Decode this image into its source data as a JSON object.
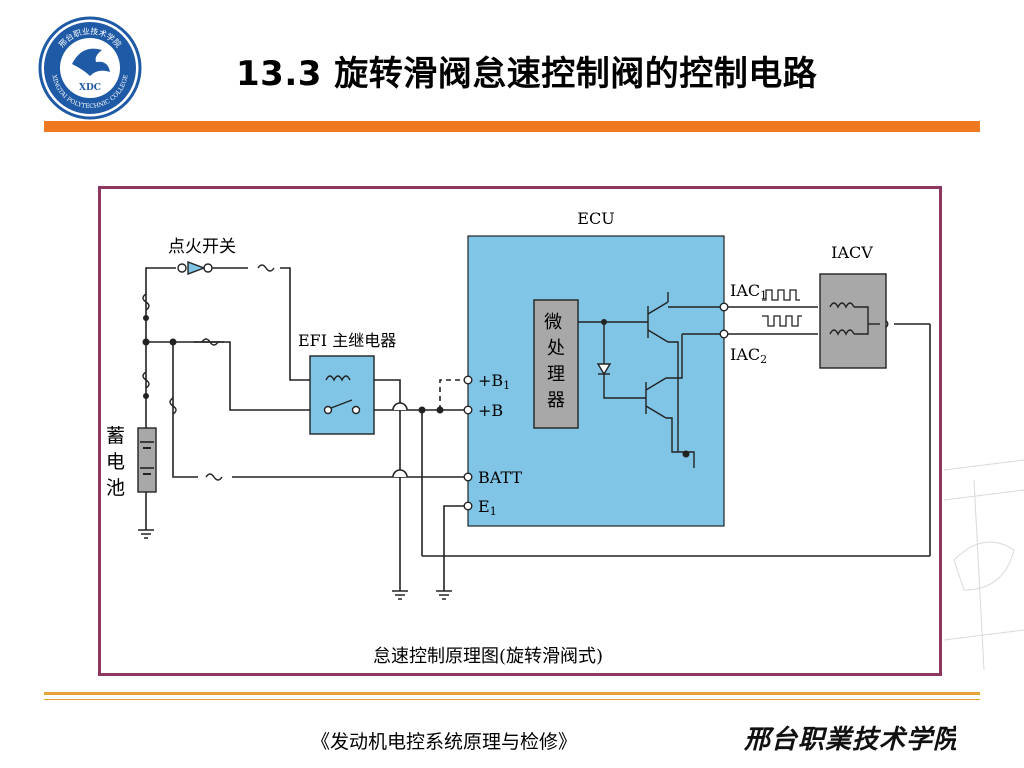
{
  "slide": {
    "title": "13.3  旋转滑阀怠速控制阀的控制电路",
    "footer": "《发动机电控系统原理与检修》",
    "school_signature": "邢台职业技术学院",
    "colors": {
      "accent_bar": "#f07820",
      "frame": "#8e3560",
      "ecu_fill": "#80c4e6",
      "component_fill": "#a8a8a8",
      "footer_rule": "#e6a33a"
    }
  },
  "logo": {
    "text_top": "邢台职业技术学院",
    "monogram": "XDC",
    "text_bottom": "XINGTAI POLYTECHNIC COLLEGE"
  },
  "diagram": {
    "caption": "怠速控制原理图(旋转滑阀式)",
    "labels": {
      "ignition_switch": "点火开关",
      "efi_relay": "EFI 主继电器",
      "battery": "蓄电池",
      "ecu": "ECU",
      "microprocessor": "微处理器",
      "iacv": "IACV"
    },
    "ecu_terminals": {
      "plus_b1": "+B",
      "plus_b1_sub": "1",
      "plus_b": "+B",
      "batt": "BATT",
      "e1": "E",
      "e1_sub": "1",
      "iac1": "IAC",
      "iac1_sub": "1",
      "iac2": "IAC",
      "iac2_sub": "2"
    }
  }
}
